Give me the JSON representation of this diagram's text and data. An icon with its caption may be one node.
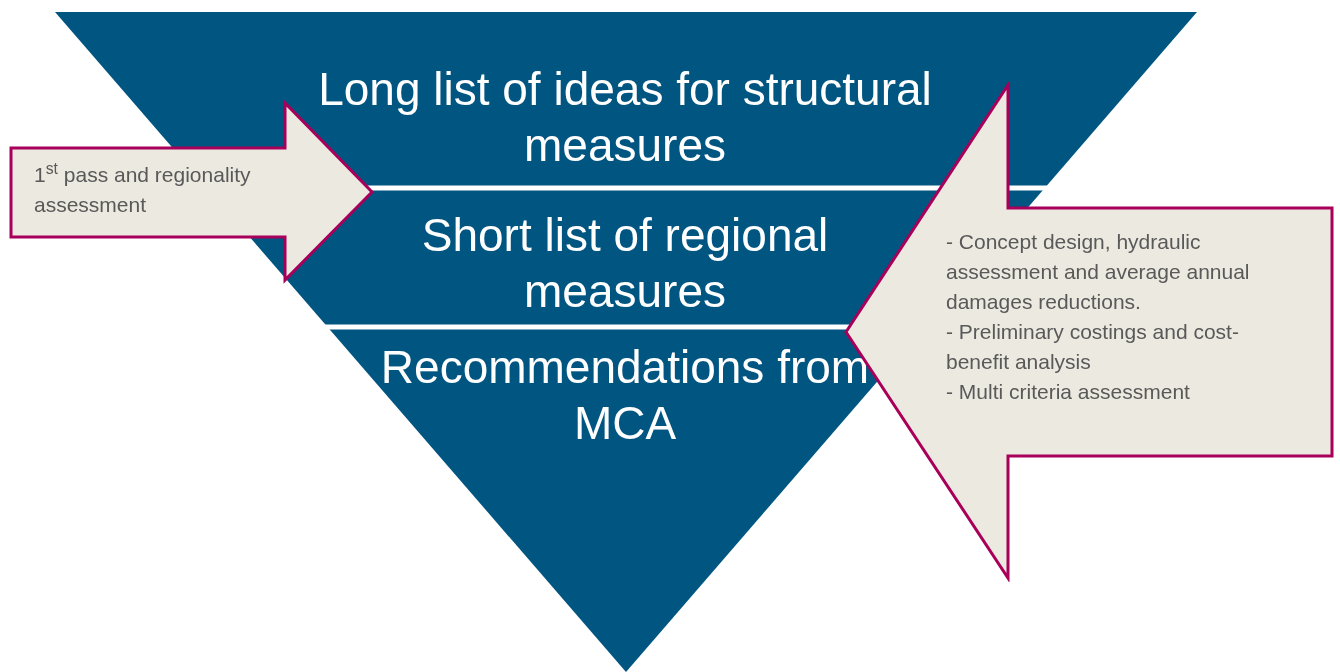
{
  "diagram": {
    "nodes": [
      {
        "text": [],
        "shape": "triangle"
      },
      {
        "text": [
          "Long list of ideas for structural measures"
        ],
        "in": 0
      },
      {
        "text": [
          "Short list of regional measures"
        ],
        "in": 0
      },
      {
        "text": [
          "Recommendations from MCA"
        ],
        "in": 0
      },
      {
        "text": [
          "1$^{st}$ pass and regionality assessment"
        ]
      },
      {
        "text": [
          "- Concept design, hydraulic assessment and average annual damages reductions.",
          "- Preliminary costings and cost-benefit analysis",
          "- Multi criteria assessment"
        ]
      }
    ]
  }
}
